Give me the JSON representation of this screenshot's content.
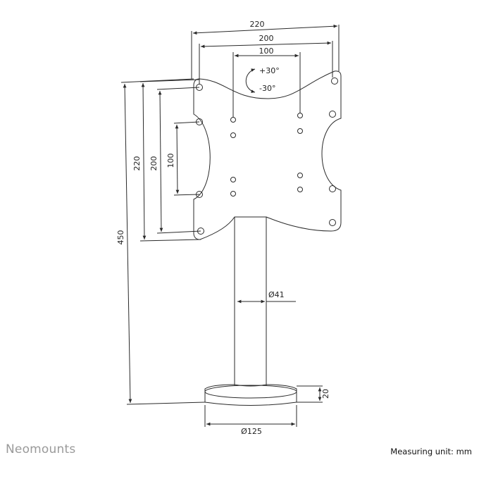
{
  "dimensions": {
    "width_220": "220",
    "width_200": "200",
    "width_100": "100",
    "height_220": "220",
    "height_200": "200",
    "height_100": "100",
    "height_450": "450",
    "pole_diameter": "Ø41",
    "base_diameter": "Ø125",
    "base_height": "20",
    "rotation_plus": "+30°",
    "rotation_minus": "-30°"
  },
  "footer": {
    "brand": "Neomounts",
    "unit_note": "Measuring unit: mm"
  },
  "colors": {
    "line": "#2a2a2a",
    "brand": "#9a9a9a"
  }
}
